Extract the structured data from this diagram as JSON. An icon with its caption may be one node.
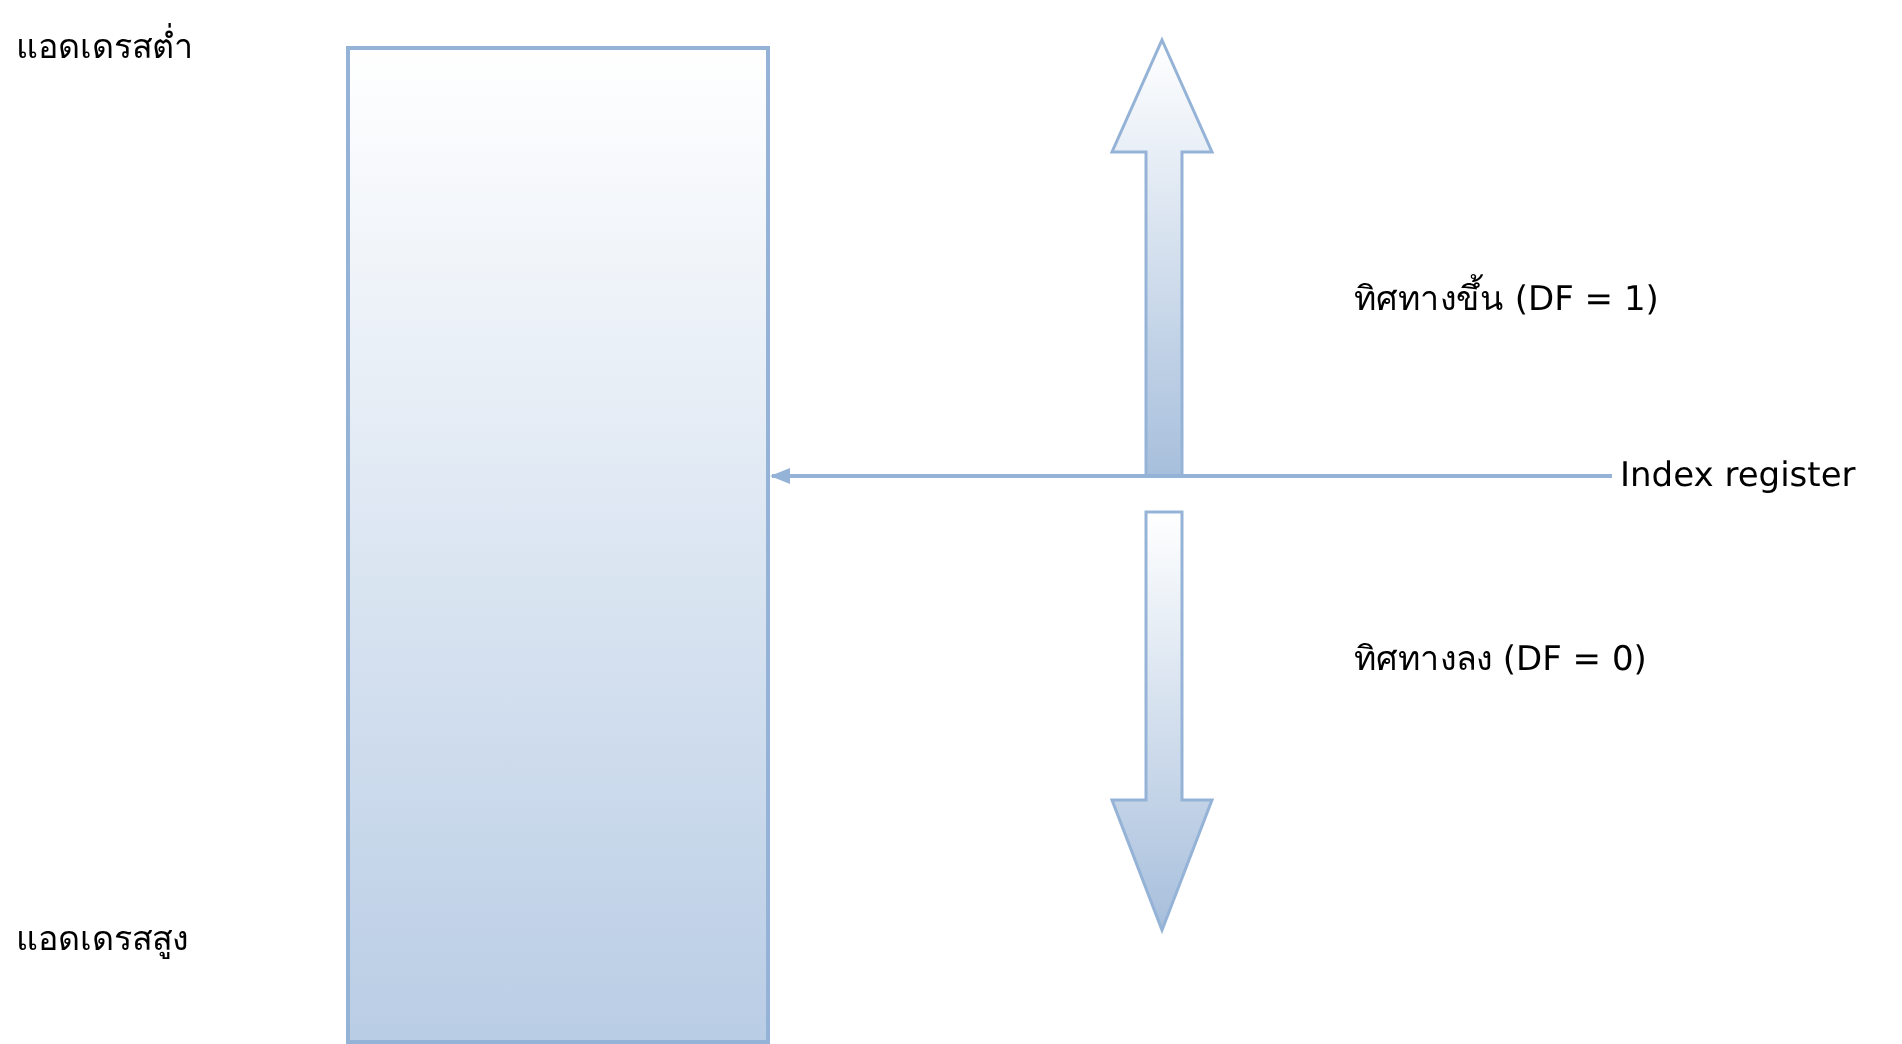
{
  "diagram": {
    "nodes": [
      {
        "text": [],
        "shape": "box"
      },
      {
        "text": [
          "Index register"
        ]
      }
    ],
    "edges": [
      {
        "from": 1,
        "to": 0,
        "arrow": "to"
      }
    ],
    "labels": [
      "แอดเดรสต่ำ",
      "ทิศทางขึ้น (DF = 1)",
      "ทิศทางลง (DF = 0)",
      "แอดเดรสสูง"
    ]
  }
}
